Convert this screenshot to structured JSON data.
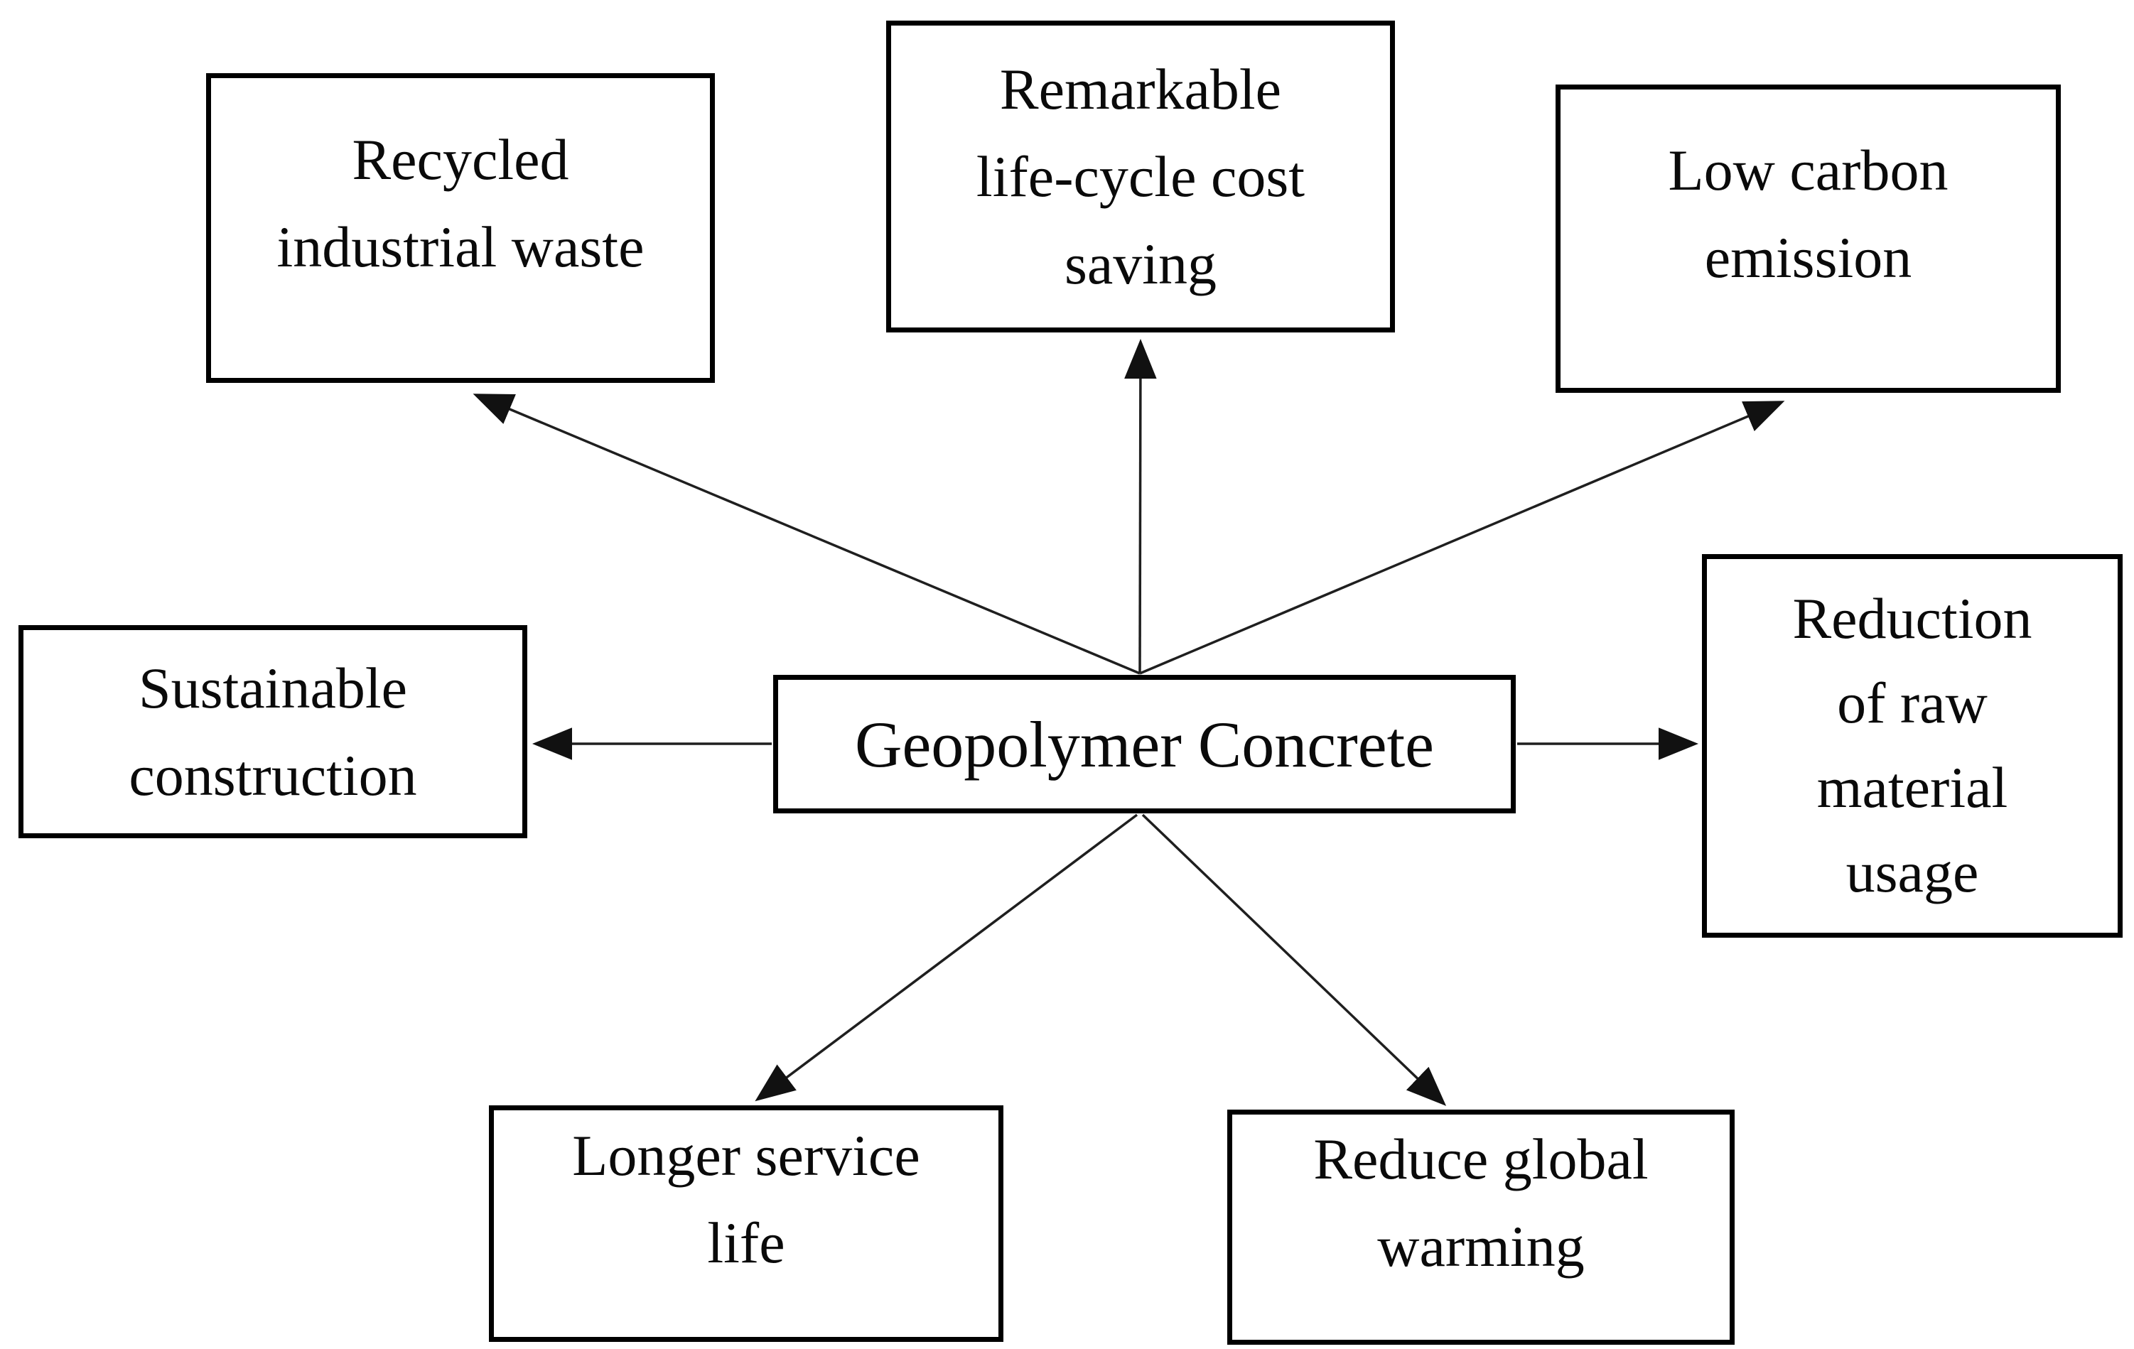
{
  "figure": {
    "background_color": "#ffffff",
    "box_border_color": "#000000",
    "arrow_color": "#1f1f1f",
    "text_color": "#0a0a0a",
    "center_node": {
      "id": "geopolymer-concrete",
      "label": "Geopolymer Concrete",
      "lines": [
        "Geopolymer Concrete"
      ]
    },
    "nodes": [
      {
        "id": "recycled-industrial-waste",
        "label": "Recycled industrial waste",
        "lines": [
          "Recycled",
          "industrial waste"
        ]
      },
      {
        "id": "remarkable-life-cycle-cost-saving",
        "label": "Remarkable life-cycle cost saving",
        "lines": [
          "Remarkable",
          "life-cycle cost",
          "saving"
        ]
      },
      {
        "id": "low-carbon-emission",
        "label": "Low carbon emission",
        "lines": [
          "Low carbon",
          "emission"
        ]
      },
      {
        "id": "sustainable-construction",
        "label": "Sustainable construction",
        "lines": [
          "Sustainable",
          "construction"
        ]
      },
      {
        "id": "reduction-of-raw-material-usage",
        "label": "Reduction of raw material usage",
        "lines": [
          "Reduction",
          "of raw",
          "material",
          "usage"
        ]
      },
      {
        "id": "longer-service-life",
        "label": "Longer service life",
        "lines": [
          "Longer service",
          "life"
        ]
      },
      {
        "id": "reduce-global-warming",
        "label": "Reduce global warming",
        "lines": [
          "Reduce global",
          "warming"
        ]
      }
    ],
    "edges": [
      {
        "from": "geopolymer-concrete",
        "to": "recycled-industrial-waste"
      },
      {
        "from": "geopolymer-concrete",
        "to": "remarkable-life-cycle-cost-saving"
      },
      {
        "from": "geopolymer-concrete",
        "to": "low-carbon-emission"
      },
      {
        "from": "geopolymer-concrete",
        "to": "sustainable-construction"
      },
      {
        "from": "geopolymer-concrete",
        "to": "reduction-of-raw-material-usage"
      },
      {
        "from": "geopolymer-concrete",
        "to": "longer-service-life"
      },
      {
        "from": "geopolymer-concrete",
        "to": "reduce-global-warming"
      }
    ]
  }
}
